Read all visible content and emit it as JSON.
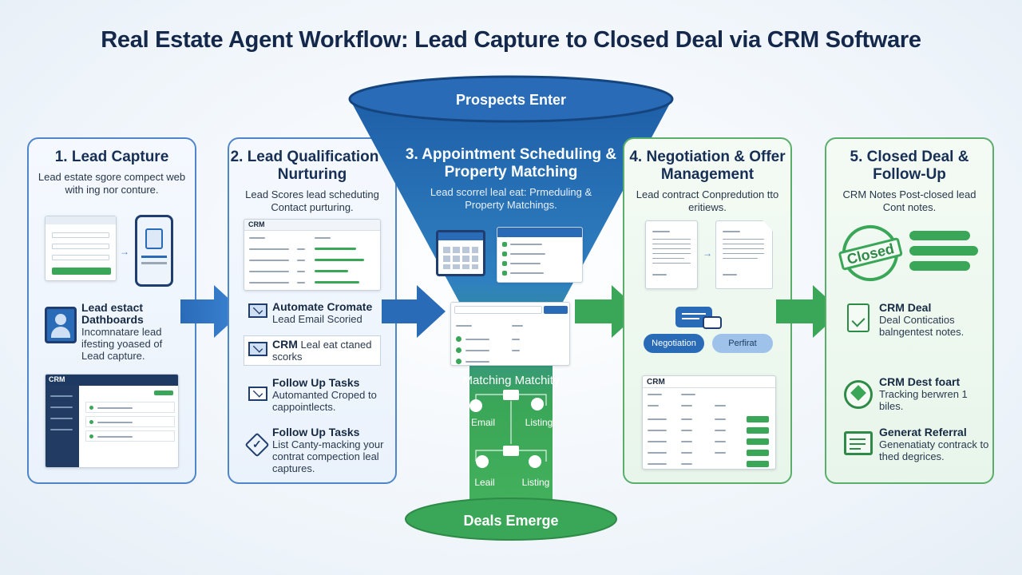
{
  "title": "Real Estate Agent Workflow: Lead Capture to Closed Deal via CRM Software",
  "colors": {
    "blue": "#2a6bb8",
    "green": "#3aa657",
    "navy": "#13284a"
  },
  "funnel": {
    "top": "Prospects Enter",
    "bottom": "Deals Emerge",
    "matching": "Matching Matchity",
    "nodes": [
      "Email",
      "Listing",
      "Leail",
      "Listing"
    ]
  },
  "stage1": {
    "title": "1. Lead Capture",
    "desc": "Lead estate sgore compect web with ing nor conture.",
    "dash_label": "Lead estact Dathboards",
    "dash_desc": "Incomnatare lead ifesting yoased of Lead capture.",
    "crm": "CRM"
  },
  "stage2": {
    "title": "2. Lead Qualification & Nurturing",
    "desc": "Lead Scores lead scheduting Contact purturing.",
    "crm": "CRM",
    "feats": [
      {
        "title": "Automate Cromate",
        "desc": "Lead Email Scoried"
      },
      {
        "title": "CRM",
        "desc": "Leal eat ctaned scorks"
      },
      {
        "title": "Follow Up Tasks",
        "desc": "Automanted Croped to cappointlects."
      },
      {
        "title": "Follow Up Tasks",
        "desc": "List Canty-macking your contrat compection leal captures."
      }
    ]
  },
  "stage3": {
    "title": "3. Appointment Scheduling & Property Matching",
    "desc": "Lead scorrel leal eat: Prmeduling & Property Matchings."
  },
  "stage4": {
    "title": "4. Negotiation & Offer Management",
    "desc": "Lead contract Conpredution tto eritiews.",
    "bubble1": "Negotiation",
    "bubble2": "Perfirat",
    "crm": "CRM"
  },
  "stage5": {
    "title": "5. Closed Deal & Follow-Up",
    "desc": "CRM Notes Post-closed lead Cont notes.",
    "stamp": "Closed",
    "feats": [
      {
        "title": "CRM Deal",
        "desc": "Deal Conticatios balngentest notes."
      },
      {
        "title": "CRM Dest foart",
        "desc": "Tracking berwren 1 biles."
      },
      {
        "title": "Generat Referral",
        "desc": "Genenatiaty contrack to thed degrices."
      }
    ]
  }
}
